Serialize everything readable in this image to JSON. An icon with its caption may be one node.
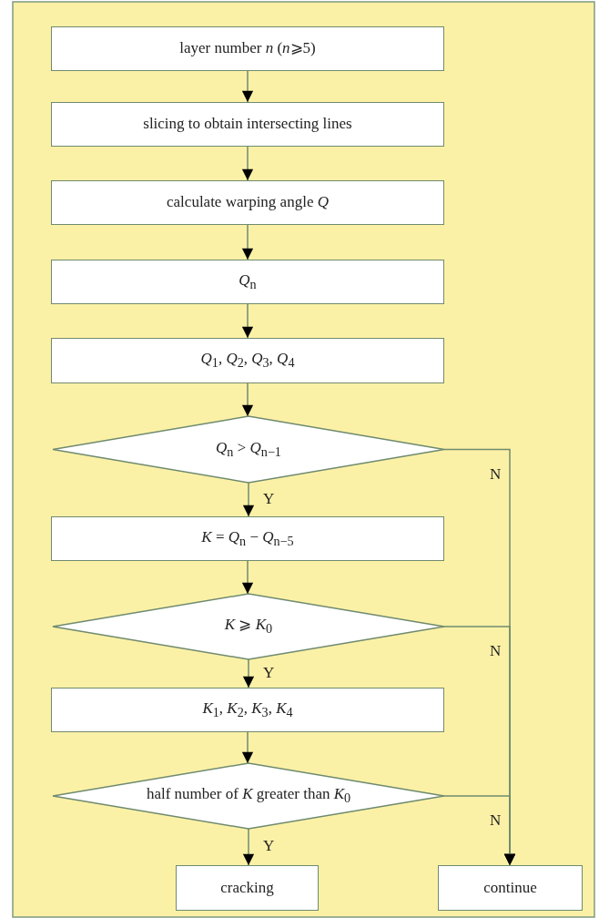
{
  "diagram": {
    "nodes": [
      {
        "text": [
          "layer number *n* (*n*⩾5)"
        ]
      },
      {
        "text": [
          "slicing to obtain intersecting lines"
        ]
      },
      {
        "text": [
          "calculate warping angle *Q*"
        ]
      },
      {
        "text": [
          "*Q*$_{n}$"
        ]
      },
      {
        "text": [
          "*Q*$_{1}$, *Q*$_{2}$, *Q*$_{3}$, *Q*$_{4}$"
        ]
      },
      {
        "text": [
          "*Q*$_{n}$ > *Q*$_{n−1}$"
        ]
      },
      {
        "text": [
          "*K* = *Q*$_{n}$ − *Q*$_{n−5}$"
        ]
      },
      {
        "text": [
          "*K* ⩾ *K*$_{0}$"
        ]
      },
      {
        "text": [
          "*K*$_{1}$, *K*$_{2}$, *K*$_{3}$, *K*$_{4}$"
        ]
      },
      {
        "text": [
          "half number of *K* greater than *K*$_{0}$"
        ]
      },
      {
        "text": [
          "cracking"
        ]
      },
      {
        "text": [
          "continue"
        ]
      }
    ],
    "edges": [
      {
        "from": 0,
        "to": 1,
        "arrow": "to"
      },
      {
        "from": 1,
        "to": 2,
        "arrow": "to"
      },
      {
        "from": 2,
        "to": 3,
        "arrow": "to"
      },
      {
        "from": 3,
        "to": 4,
        "arrow": "to"
      },
      {
        "from": 4,
        "to": 5,
        "arrow": "to"
      },
      {
        "from": 5,
        "to": 6,
        "arrow": "to",
        "label": "Y"
      },
      {
        "from": 6,
        "to": 7,
        "arrow": "to"
      },
      {
        "from": 7,
        "to": 8,
        "arrow": "to",
        "label": "Y"
      },
      {
        "from": 8,
        "to": 9,
        "arrow": "to"
      },
      {
        "from": 9,
        "to": 10,
        "arrow": "to",
        "label": "Y"
      },
      {
        "from": 5,
        "to": 11,
        "arrow": "to",
        "label": "N"
      },
      {
        "from": 7,
        "to": 11,
        "arrow": "to",
        "label": "N"
      },
      {
        "from": 9,
        "to": 11,
        "arrow": "to",
        "label": "N"
      }
    ]
  }
}
